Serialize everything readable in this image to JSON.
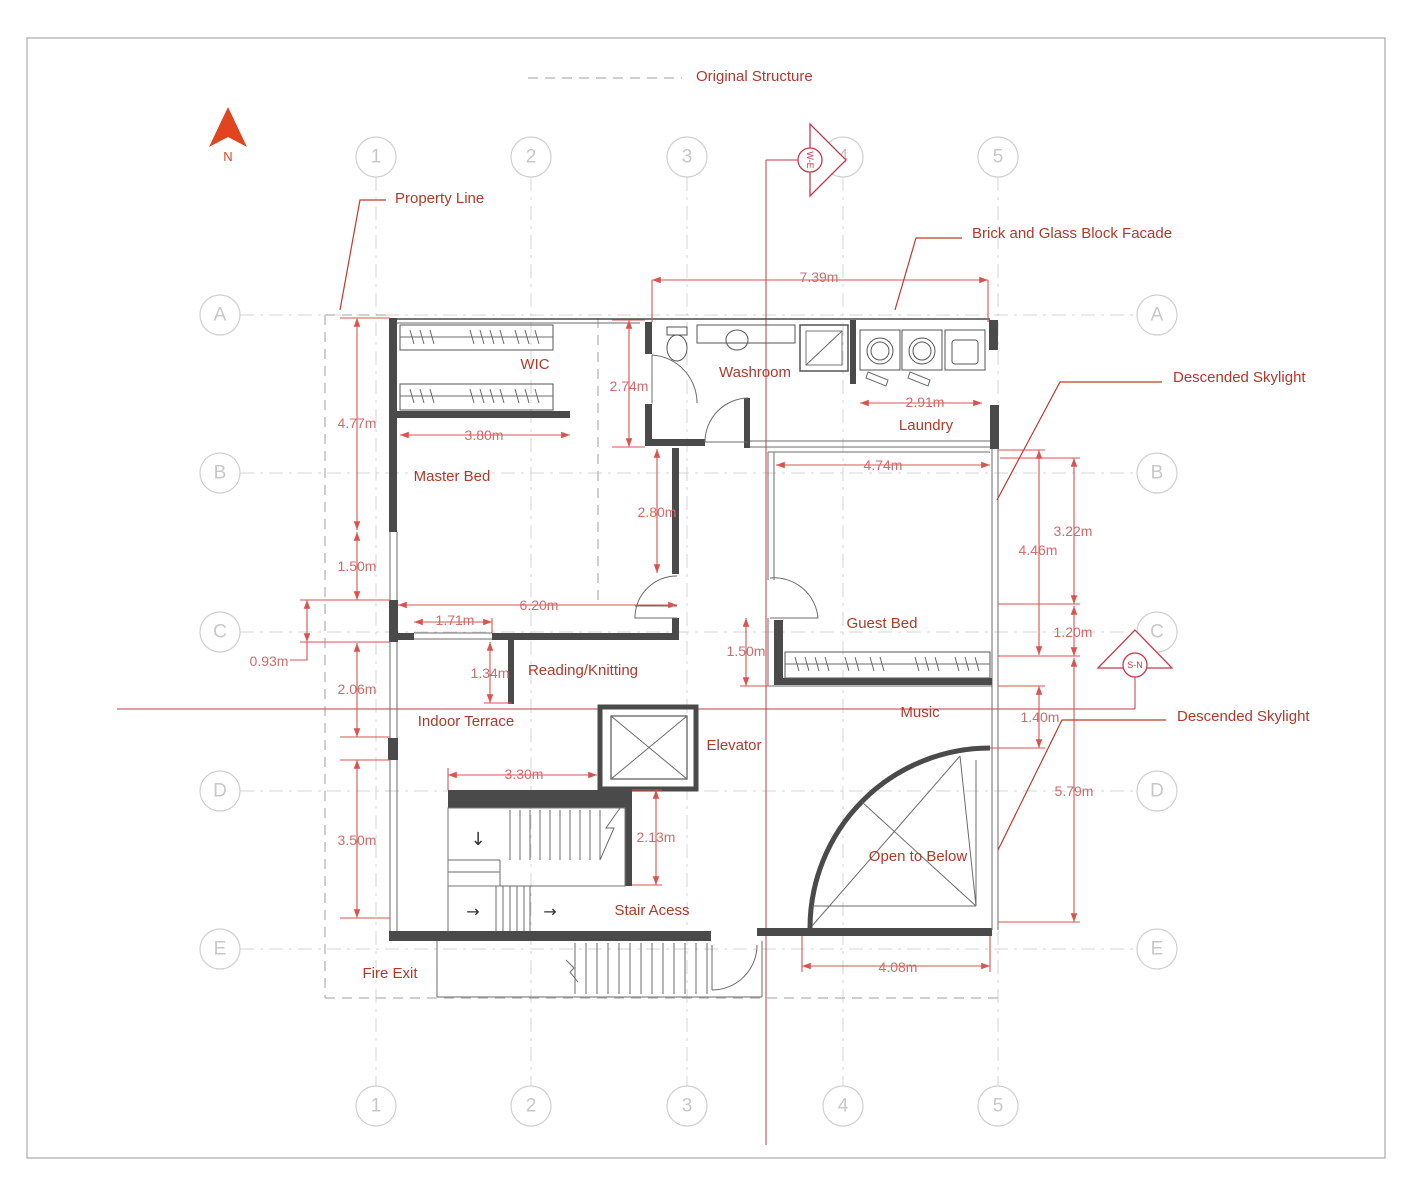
{
  "legend": {
    "original_structure": "Original Structure"
  },
  "north": {
    "label": "N"
  },
  "grid": {
    "columns": [
      "1",
      "2",
      "3",
      "4",
      "5"
    ],
    "rows": [
      "A",
      "B",
      "C",
      "D",
      "E"
    ]
  },
  "sections": {
    "west_east": "W-E",
    "south_north": "S-N"
  },
  "annotations": {
    "property_line": "Property Line",
    "facade": "Brick and Glass Block Facade",
    "skylight_upper": "Descended Skylight",
    "skylight_lower": "Descended Skylight"
  },
  "rooms": {
    "wic": "WIC",
    "washroom": "Washroom",
    "laundry": "Laundry",
    "master_bed": "Master Bed",
    "guest_bed": "Guest Bed",
    "reading": "Reading/Knitting",
    "indoor_terrace": "Indoor Terrace",
    "music": "Music",
    "elevator": "Elevator",
    "open_below": "Open to Below",
    "stair": "Stair Acess",
    "fire_exit": "Fire Exit"
  },
  "dimensions": {
    "overall_width": "7.39m",
    "laundry_width": "2.91m",
    "master_depth": "4.77m",
    "wic_width": "3.80m",
    "washroom_depth": "2.74m",
    "corridor_depth": "2.80m",
    "guest_width": "4.74m",
    "skylight_upper_height": "3.22m",
    "guest_depth": "4.46m",
    "window_height": "1.50m",
    "master_width": "6.20m",
    "window_width": "1.71m",
    "offset": "0.93m",
    "gap": "1.20m",
    "closet_depth": "1.50m",
    "reading_depth": "1.34m",
    "terrace_depth": "2.06m",
    "music_depth": "1.40m",
    "stair_width": "3.30m",
    "skylight_lower_height": "5.79m",
    "stair_depth": "3.50m",
    "stair_run": "2.13m",
    "open_width": "4.08m"
  },
  "colors": {
    "wall": "#4a4a4a",
    "annotation": "#b0392b",
    "dimension": "#d9534f",
    "grid": "#d0d0d0",
    "north_arrow": "#e0451f"
  }
}
